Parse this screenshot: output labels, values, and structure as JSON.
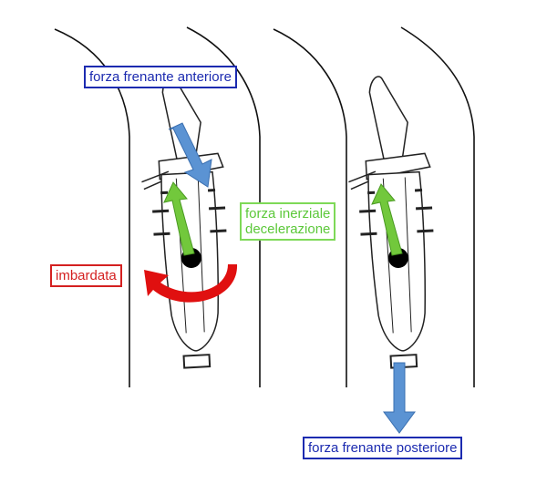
{
  "labels": {
    "front_brake": "forza frenante anteriore",
    "inertial_line1": "forza inerziale",
    "inertial_line2": "decelerazione",
    "yaw": "imbardata",
    "rear_brake": "forza frenante posteriore"
  },
  "colors": {
    "brake_arrow": "#5b93d3",
    "inertia_arrow": "#72c83c",
    "yaw_arrow": "#e01010",
    "label_blue": "#1c2bb0"
  }
}
